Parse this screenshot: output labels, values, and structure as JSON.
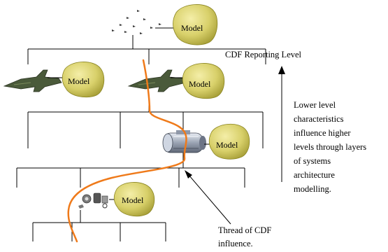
{
  "model_label": "Model",
  "reporting_level": "CDF Reporting Level",
  "side_note": [
    "Lower level",
    "characteristics",
    "influence higher",
    "levels through layers",
    "of systems",
    "architecture",
    "modelling."
  ],
  "thread_label": [
    "Thread of CDF",
    "influence."
  ],
  "colors": {
    "model_fill": "#d8d06a",
    "model_stroke": "#8a8420",
    "thread": "#ef7a1a",
    "lines": "#000000"
  },
  "icons": [
    "formation-icon",
    "jet-aircraft-icon",
    "jet-aircraft-icon",
    "engine-icon",
    "components-icon"
  ]
}
